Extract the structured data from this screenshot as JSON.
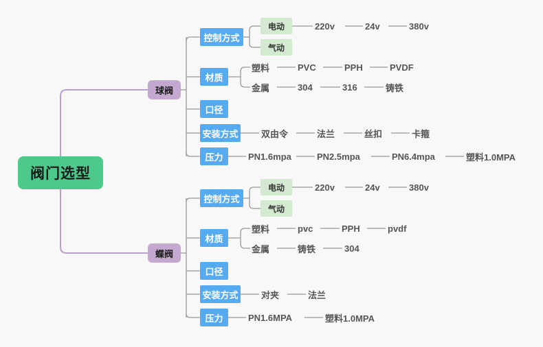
{
  "diagram": {
    "title": "阀门选型",
    "type": "mindmap",
    "background": "#f8f8f8",
    "colors": {
      "root": "#4dc98c",
      "branch": "#c4a8d0",
      "topic": "#55aaf0",
      "green_leaf": "#d4ead0",
      "root_connector": "#b89fc9",
      "connector": "#999999",
      "leaf_text": "#555555"
    },
    "root": {
      "label": "阀门选型"
    },
    "branches": [
      {
        "id": "ball-valve",
        "label": "球阀",
        "topics": [
          {
            "id": "control-mode-1",
            "label": "控制方式",
            "children": [
              {
                "label": "电动",
                "style": "green",
                "leaves": [
                  "220v",
                  "24v",
                  "380v"
                ]
              },
              {
                "label": "气动",
                "style": "green",
                "leaves": []
              }
            ]
          },
          {
            "id": "material-1",
            "label": "材质",
            "children": [
              {
                "label": "塑料",
                "style": "text",
                "leaves": [
                  "PVC",
                  "PPH",
                  "PVDF"
                ]
              },
              {
                "label": "金属",
                "style": "text",
                "leaves": [
                  "304",
                  "316",
                  "铸铁"
                ]
              }
            ]
          },
          {
            "id": "caliber-1",
            "label": "口径",
            "children": []
          },
          {
            "id": "install-1",
            "label": "安装方式",
            "children": [],
            "leaves": [
              "双由令",
              "法兰",
              "丝扣",
              "卡箍"
            ]
          },
          {
            "id": "pressure-1",
            "label": "压力",
            "children": [],
            "leaves": [
              "PN1.6mpa",
              "PN2.5mpa",
              "PN6.4mpa",
              "塑料1.0MPA"
            ]
          }
        ]
      },
      {
        "id": "butterfly-valve",
        "label": "蝶阀",
        "topics": [
          {
            "id": "control-mode-2",
            "label": "控制方式",
            "children": [
              {
                "label": "电动",
                "style": "green",
                "leaves": [
                  "220v",
                  "24v",
                  "380v"
                ]
              },
              {
                "label": "气动",
                "style": "green",
                "leaves": []
              }
            ]
          },
          {
            "id": "material-2",
            "label": "材质",
            "children": [
              {
                "label": "塑料",
                "style": "text",
                "leaves": [
                  "pvc",
                  "PPH",
                  "pvdf"
                ]
              },
              {
                "label": "金属",
                "style": "text",
                "leaves": [
                  "铸铁",
                  "304"
                ]
              }
            ]
          },
          {
            "id": "caliber-2",
            "label": "口径",
            "children": []
          },
          {
            "id": "install-2",
            "label": "安装方式",
            "children": [],
            "leaves": [
              "对夹",
              "法兰"
            ]
          },
          {
            "id": "pressure-2",
            "label": "压力",
            "children": [],
            "leaves": [
              "PN1.6MPA",
              "塑料1.0MPA"
            ]
          }
        ]
      }
    ]
  }
}
